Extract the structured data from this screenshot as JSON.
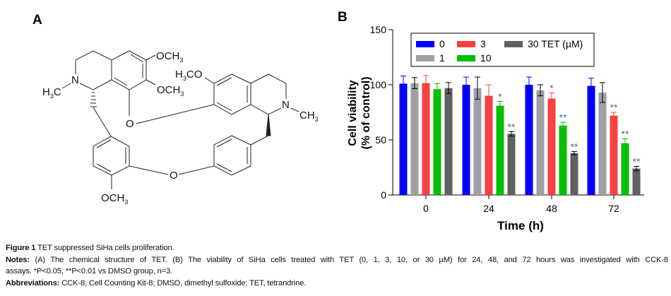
{
  "panels": {
    "a": "A",
    "b": "B"
  },
  "structure": {
    "labels": {
      "och3_top": "OCH",
      "och3_mid": "OCH",
      "h3co": "H",
      "h3co_rest": "CO",
      "n_left": "N",
      "h3c_left": "H",
      "h3c_left_rest": "C",
      "n_right": "N",
      "ch3_right": "CH",
      "o_bridge_top": "O",
      "o_bridge_bottom": "O",
      "och3_bottom": "OCH",
      "sub3": "3"
    }
  },
  "chart_data": {
    "type": "bar",
    "xlabel": "Time (h)",
    "ylabel": [
      "Cell viability",
      "(% of control)"
    ],
    "ylim": [
      0,
      150
    ],
    "yticks": [
      0,
      50,
      100,
      150
    ],
    "categories": [
      "0",
      "24",
      "48",
      "72"
    ],
    "legend_placement": "top",
    "series": [
      {
        "name": "0",
        "color": "#0000ff",
        "err_color": "#0000ff",
        "values": [
          101,
          100,
          100,
          99
        ],
        "errors": [
          7,
          7,
          7,
          7
        ],
        "sig": [
          "",
          "",
          "",
          ""
        ]
      },
      {
        "name": "1",
        "color": "#a0a0a4",
        "err_color": "#000000",
        "values": [
          101.5,
          97,
          95,
          93
        ],
        "errors": [
          5,
          10,
          5,
          9
        ],
        "sig": [
          "",
          "",
          "",
          ""
        ]
      },
      {
        "name": "3",
        "color": "#f84040",
        "err_color": "#f84040",
        "values": [
          101.5,
          90,
          87.5,
          72
        ],
        "errors": [
          7,
          10,
          5,
          3
        ],
        "sig": [
          "",
          "",
          "*",
          "**"
        ]
      },
      {
        "name": "10",
        "color": "#00c000",
        "err_color": "#00c000",
        "values": [
          96,
          81,
          63,
          47
        ],
        "errors": [
          5,
          4,
          3,
          4
        ],
        "sig": [
          "",
          "*",
          "**",
          "**"
        ]
      },
      {
        "name": "30 TET (µM)",
        "color": "#606060",
        "err_color": "#000000",
        "values": [
          97,
          55.5,
          38,
          24
        ],
        "errors": [
          5,
          2,
          1.5,
          2
        ],
        "sig": [
          "",
          "**",
          "**",
          "**"
        ]
      }
    ],
    "sig_color": "#4a6a9c"
  },
  "caption": {
    "title_label": "Figure 1",
    "title_text": " TET suppressed SiHa cells proliferation.",
    "notes_label": "Notes:",
    "notes_line1": " (A) The chemical structure of TET. (B) The viability of SiHa cells treated with TET (0, 1, 3, 10, or 30 µM) for 24, 48, and 72 hours was investigated with CCK-8",
    "notes_line2": "assays. *P<0.05, **P<0.01 vs DMSO group, n=3.",
    "abbr_label": "Abbreviations:",
    "abbr_text": " CCK-8, Cell Counting Kit-8; DMSO, dimethyl sulfoxide; TET, tetrandrine."
  }
}
